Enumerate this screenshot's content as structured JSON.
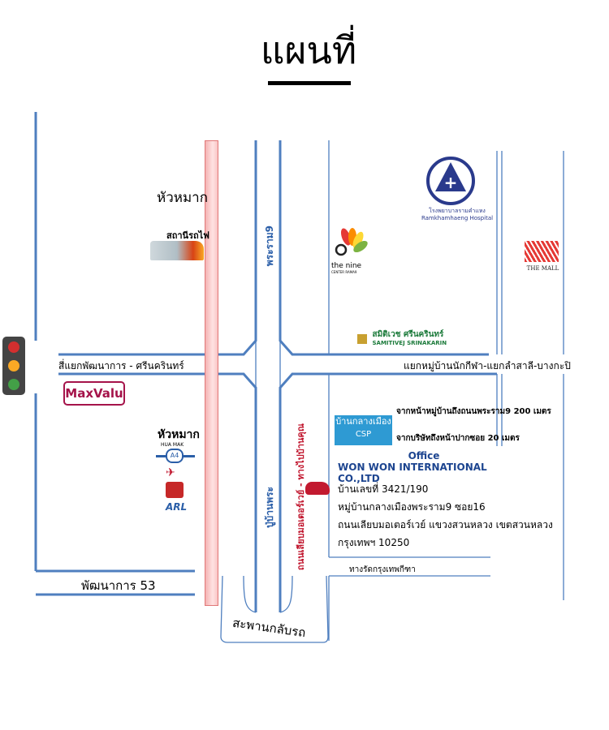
{
  "title": "แผนที่",
  "roads": {
    "rama9": "พระราม9",
    "srinakarin_intersection": "สี่แยกพัฒนาการ - ศรีนครินทร์",
    "right_road": "แยกหมู่บ้านนักกีฬา-แยกลำสาลี-บางกะปิ",
    "pattanakarn53": "พัฒนาการ 53",
    "soi_u_turn": "สะพานกลับรถ",
    "rama9_lower": "ปู่บ้านพระ",
    "red_vertical": "ถนนเลียบมอเตอร์เวย์ - ทางไปบ้านคุณ",
    "bkk_route": "ทางรัดกรุงเทพกีฑา"
  },
  "landmarks": {
    "hua_mak_top": "หัวหมาก",
    "train_station": "สถานีรถไฟ",
    "hua_mak_arl": "หัวหมาก",
    "hua_mak_en": "HUA MAK",
    "arl_code": "A4",
    "arl_label": "ARL",
    "hospital_th": "โรงพยาบาลรามคำแหง",
    "hospital_en": "Ramkhamhaeng Hospital",
    "the_nine": "the nine",
    "the_nine_sub": "CENTER RAMA9",
    "the_mall": "THE MALL",
    "samitivej_th": "สมิติเวช ศรีนครินทร์",
    "samitivej_en": "SAMITIVEJ SRINAKARIN",
    "maxvalu": "MaxValu",
    "village_logo": "บ้านกลางเมือง",
    "village_sub": "CSP"
  },
  "directions": {
    "line1": "จากหน้าหมู่บ้านถึงถนนพระราม9 200 เมตร",
    "line2": "จากบริษัทถึงหน้าปากซอย 20 เมตร"
  },
  "office": {
    "heading": "Office",
    "company": "WON WON INTERNATIONAL  CO.,LTD",
    "address": [
      "บ้านเลขที่ 3421/190",
      "หมู่บ้านกลางเมืองพระราม9  ซอย16",
      "ถนนเลียบมอเตอร์เวย์ แขวงสวนหลวง  เขตสวนหลวง",
      "กรุงเทพฯ 10250"
    ]
  },
  "colors": {
    "road": "#4f7fbf",
    "rail": "#f4b3b3",
    "company": "#1d4590",
    "red_road_text": "#c0142c"
  }
}
